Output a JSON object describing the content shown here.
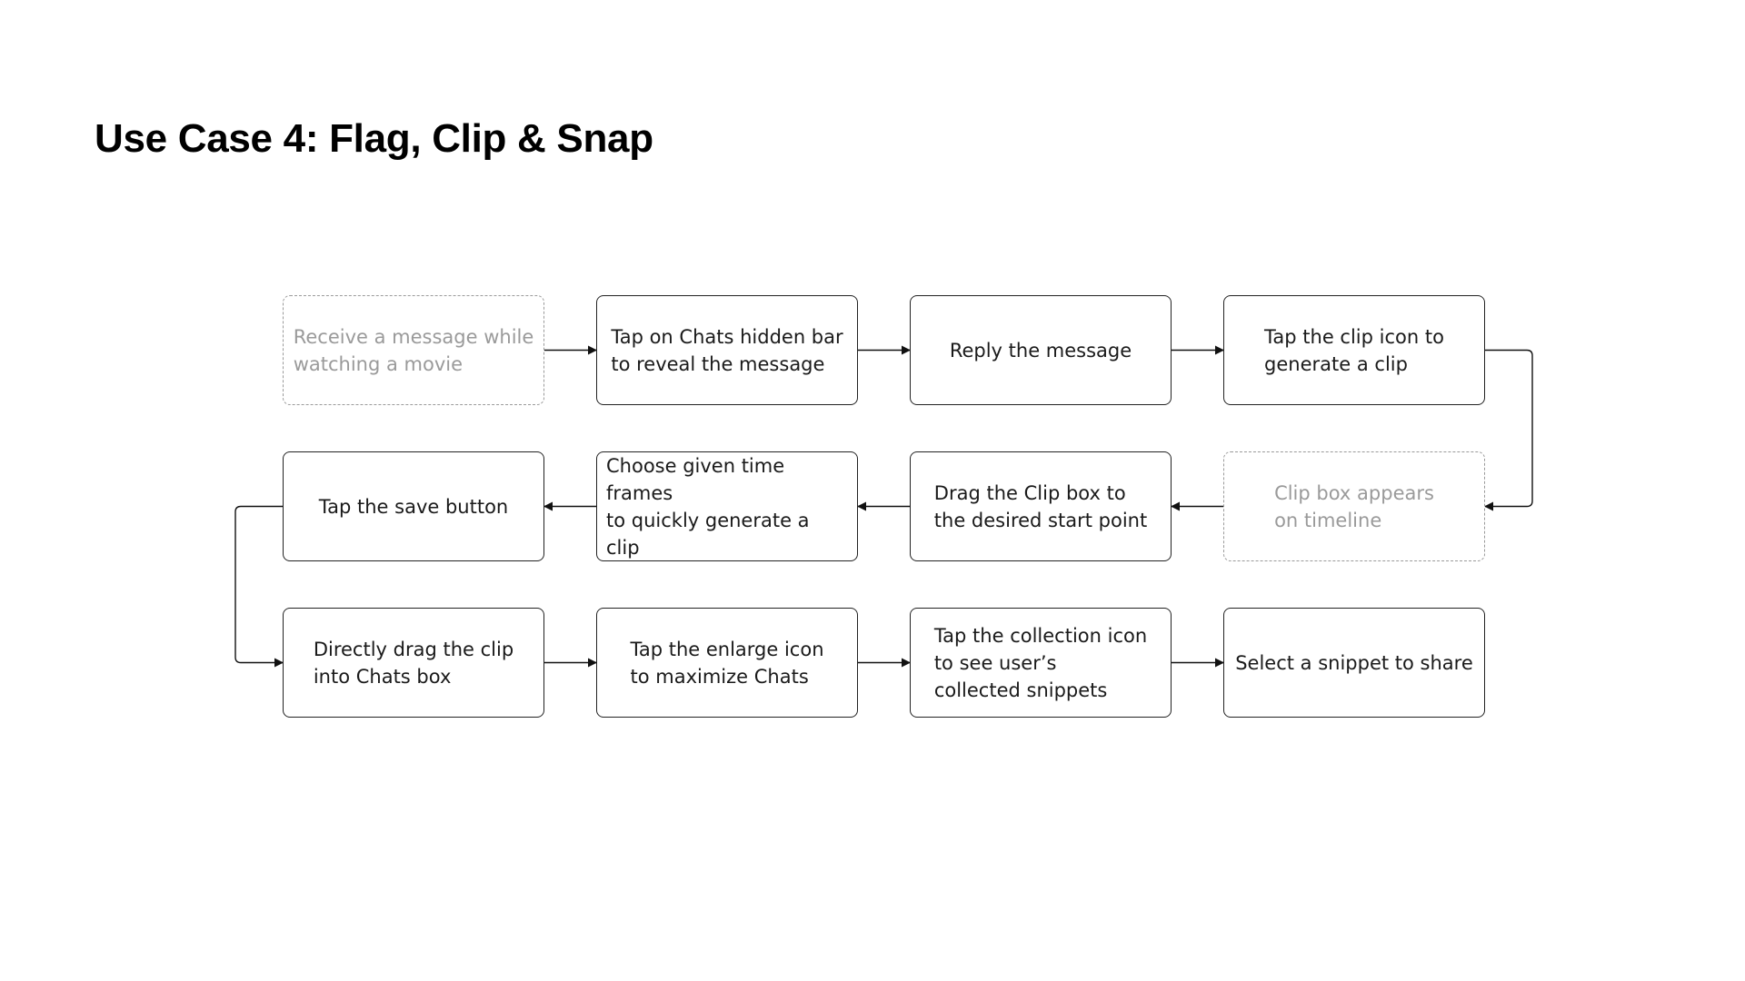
{
  "title": "Use Case 4: Flag, Clip & Snap",
  "steps": [
    {
      "id": "receive-message",
      "label": "Receive a message while\nwatching a movie",
      "style": "dashed"
    },
    {
      "id": "tap-chats-bar",
      "label": "Tap on Chats hidden bar\nto reveal the message",
      "style": "solid"
    },
    {
      "id": "reply-message",
      "label": "Reply the message",
      "style": "solid"
    },
    {
      "id": "tap-clip-icon",
      "label": "Tap the clip icon to\ngenerate a clip",
      "style": "solid"
    },
    {
      "id": "clip-box-appears",
      "label": "Clip box appears\non timeline",
      "style": "dashed"
    },
    {
      "id": "drag-clip-box",
      "label": "Drag the Clip box to\nthe desired start point",
      "style": "solid"
    },
    {
      "id": "choose-time-frames",
      "label": "Choose given time frames\nto quickly generate a clip",
      "style": "solid"
    },
    {
      "id": "tap-save-button",
      "label": "Tap the save button",
      "style": "solid"
    },
    {
      "id": "drag-clip-into-chats",
      "label": "Directly drag the clip\ninto Chats box",
      "style": "solid"
    },
    {
      "id": "tap-enlarge-icon",
      "label": "Tap the enlarge icon\nto maximize Chats",
      "style": "solid"
    },
    {
      "id": "tap-collection-icon",
      "label": "Tap the collection icon\nto see user’s\ncollected snippets",
      "style": "solid"
    },
    {
      "id": "select-snippet",
      "label": "Select a snippet to share",
      "style": "solid"
    }
  ],
  "connectors": [
    {
      "from": "receive-message",
      "to": "tap-chats-bar"
    },
    {
      "from": "tap-chats-bar",
      "to": "reply-message"
    },
    {
      "from": "reply-message",
      "to": "tap-clip-icon"
    },
    {
      "from": "tap-clip-icon",
      "to": "clip-box-appears"
    },
    {
      "from": "clip-box-appears",
      "to": "drag-clip-box"
    },
    {
      "from": "drag-clip-box",
      "to": "choose-time-frames"
    },
    {
      "from": "choose-time-frames",
      "to": "tap-save-button"
    },
    {
      "from": "tap-save-button",
      "to": "drag-clip-into-chats"
    },
    {
      "from": "drag-clip-into-chats",
      "to": "tap-enlarge-icon"
    },
    {
      "from": "tap-enlarge-icon",
      "to": "tap-collection-icon"
    },
    {
      "from": "tap-collection-icon",
      "to": "select-snippet"
    }
  ],
  "colors": {
    "box_border": "#222222",
    "ghost_border": "#9a9a9a",
    "ghost_text": "#9a9a9a",
    "arrow": "#111111"
  }
}
